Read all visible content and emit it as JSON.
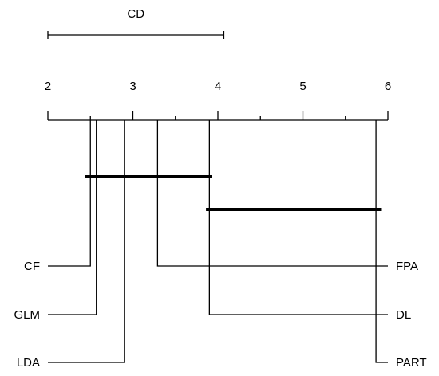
{
  "chart_data": {
    "type": "critical-difference-diagram",
    "title": "CD",
    "axis": {
      "range": [
        2,
        6
      ],
      "ticks": [
        2,
        3,
        4,
        5,
        6
      ],
      "minor_ticks": [
        2.5,
        3.5,
        4.5,
        5.5
      ]
    },
    "critical_difference": 2.07,
    "methods": [
      {
        "name": "CF",
        "rank": 2.5,
        "side": "left"
      },
      {
        "name": "GLM",
        "rank": 2.57,
        "side": "left"
      },
      {
        "name": "LDA",
        "rank": 2.9,
        "side": "left"
      },
      {
        "name": "FPA",
        "rank": 3.29,
        "side": "right"
      },
      {
        "name": "DL",
        "rank": 3.9,
        "side": "right"
      },
      {
        "name": "PART",
        "rank": 5.86,
        "side": "right"
      }
    ],
    "cliques": [
      {
        "from": 2.44,
        "to": 3.93
      },
      {
        "from": 3.86,
        "to": 5.92
      }
    ],
    "colors": {
      "line": "#000000",
      "background": "#ffffff"
    }
  }
}
